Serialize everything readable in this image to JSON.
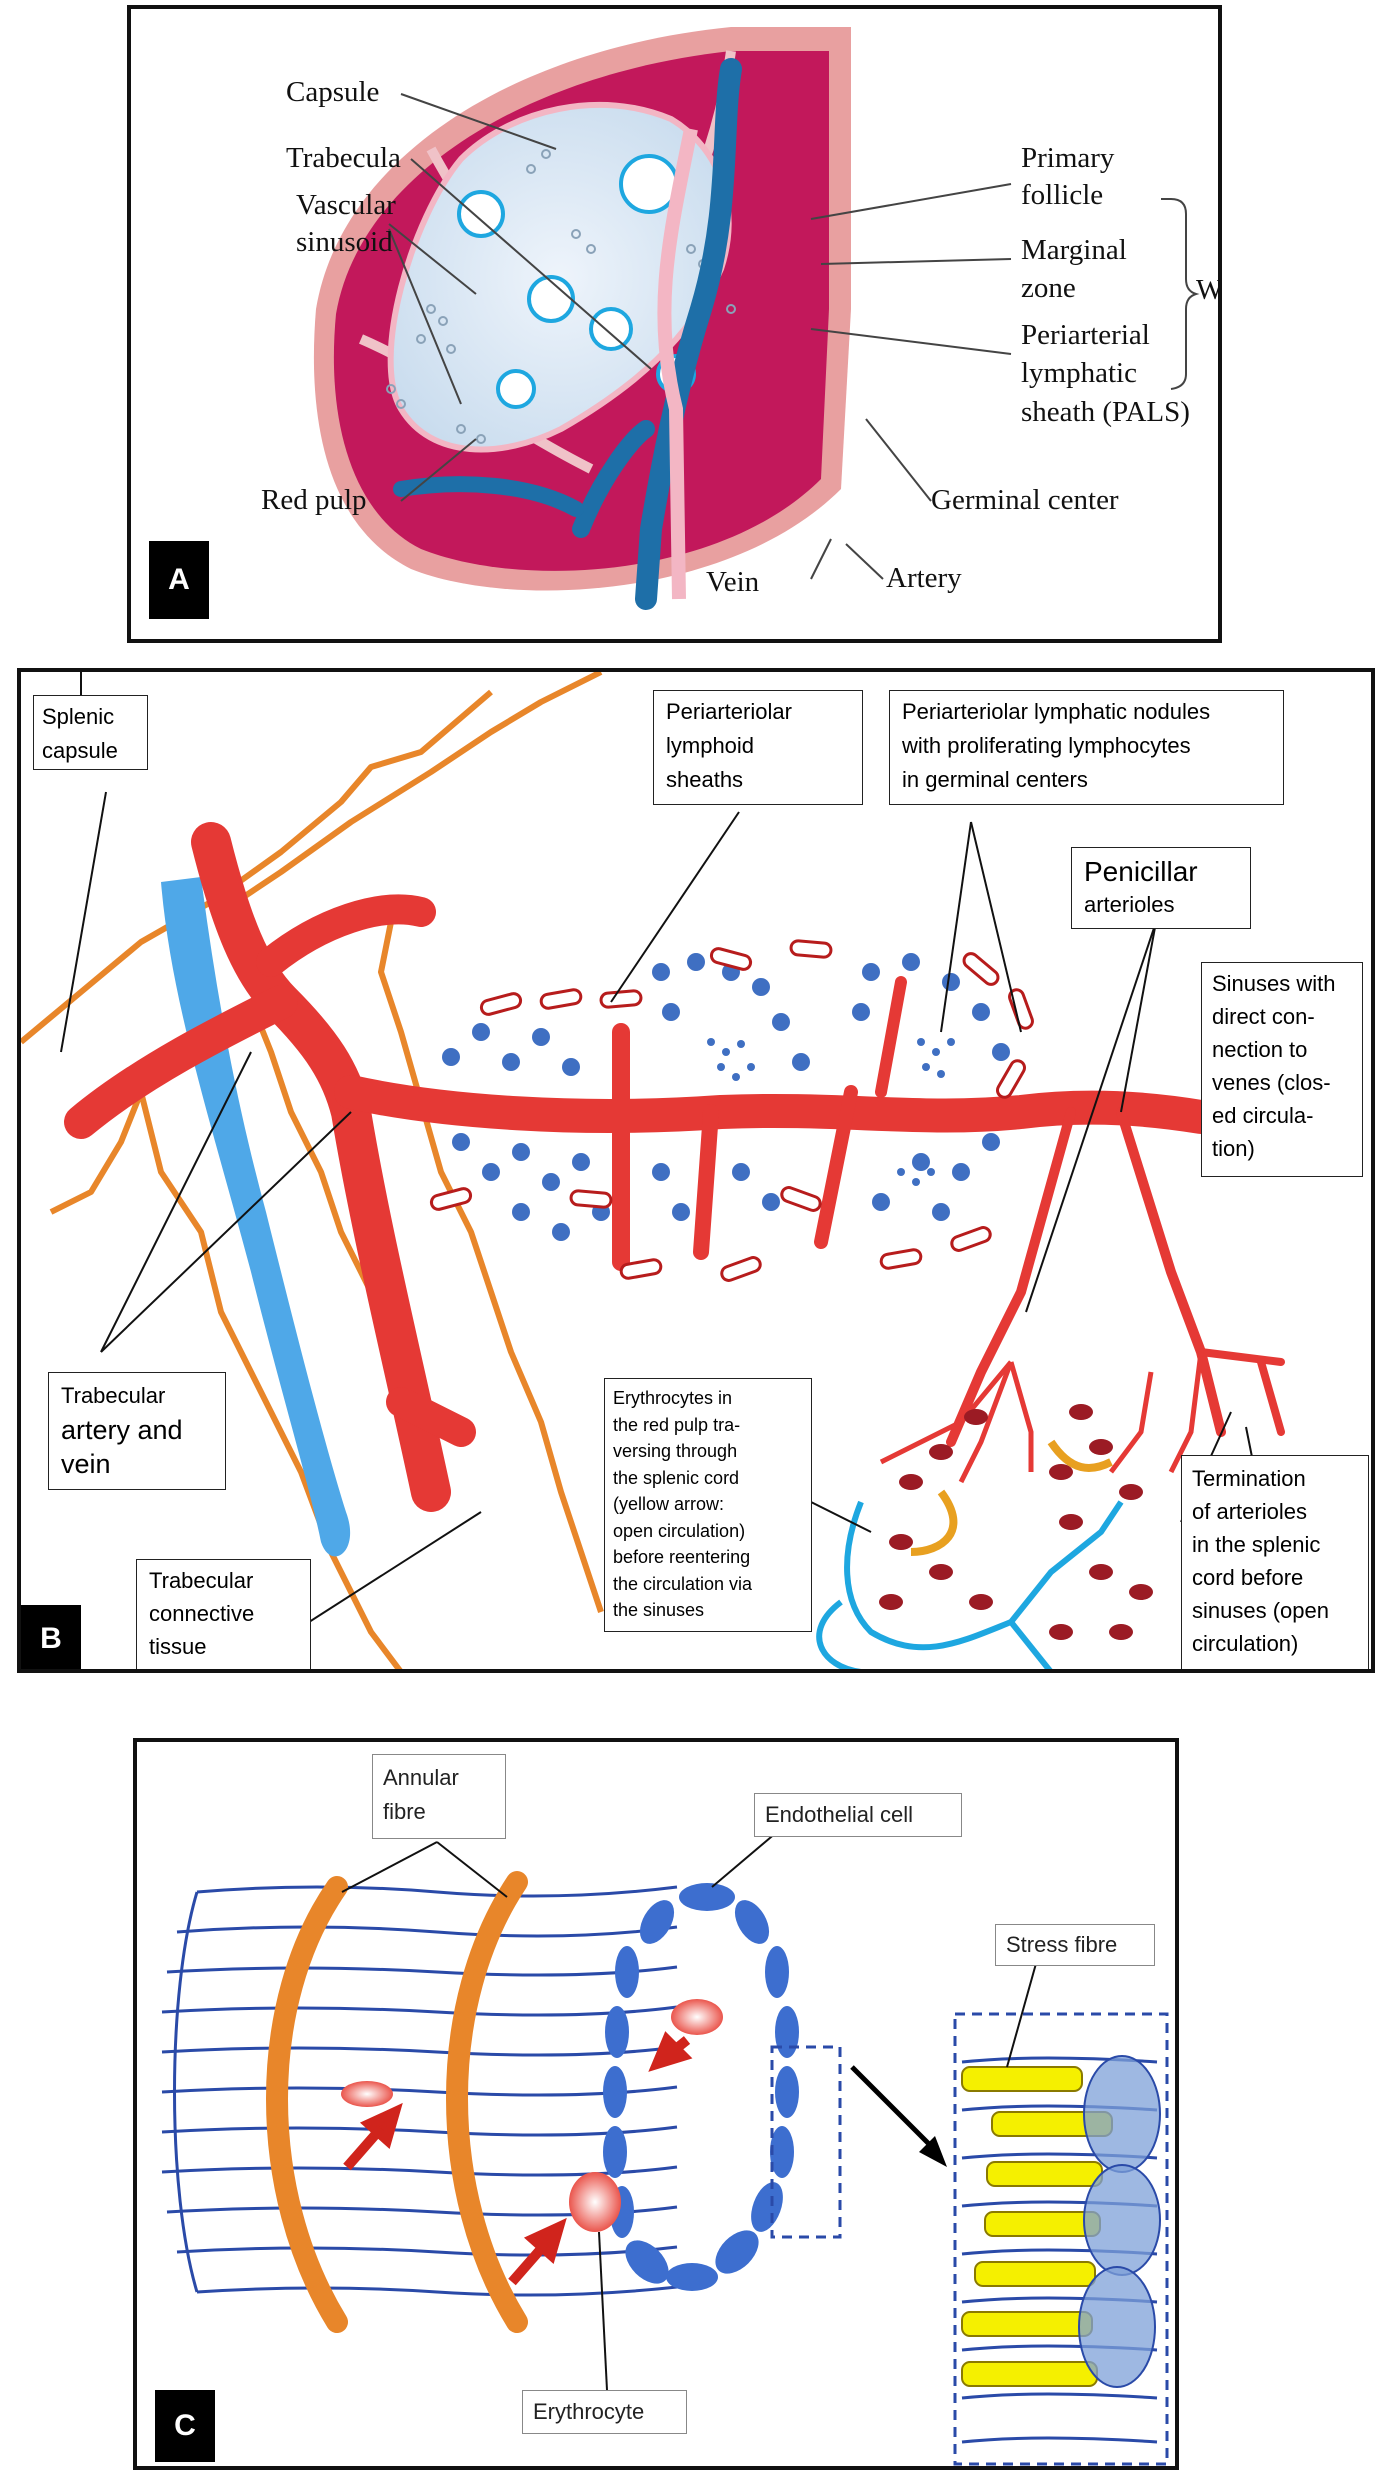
{
  "panel_a": {
    "badge": "A",
    "labels": {
      "capsule": "Capsule",
      "trabecula": "Trabecula",
      "vascular_sinusoid_1": "Vascular",
      "vascular_sinusoid_2": "sinusoid",
      "red_pulp": "Red pulp",
      "vein": "Vein",
      "artery": "Artery",
      "germinal_center": "Germinal center",
      "primary_follicle_1": "Primary",
      "primary_follicle_2": "follicle",
      "marginal_zone_1": "Marginal",
      "marginal_zone_2": "zone",
      "pals_1": "Periarterial",
      "pals_2": "lymphatic",
      "pals_3": "sheath (PALS)",
      "white_pulp": "White pulp"
    }
  },
  "panel_b": {
    "badge": "B",
    "labels": {
      "splenic_capsule": [
        "Splenic",
        "capsule"
      ],
      "periarteriolar_sheaths": [
        "Periarteriolar",
        "lymphoid",
        "sheaths"
      ],
      "nodules": [
        "Periarteriolar lymphatic nodules",
        "with proliferating lymphocytes",
        "in germinal centers"
      ],
      "penicillar_1": "Penicillar",
      "penicillar_2": "arterioles",
      "sinuses": [
        "Sinuses with",
        "direct con-",
        "nection to",
        "venes (clos-",
        "ed circula-",
        "tion)"
      ],
      "trabecular_artery": [
        "Trabecular",
        "artery and",
        "vein"
      ],
      "trabecular_tissue": [
        "Trabecular",
        "connective",
        "tissue"
      ],
      "erythrocytes": [
        "Erythrocytes in",
        "the red pulp tra-",
        "versing through",
        "the splenic cord",
        "(yellow arrow:",
        "open circulation)",
        "before reentering",
        "the circulation via",
        "the sinuses"
      ],
      "termination": [
        "Termination",
        "of arterioles",
        "in the splenic",
        "cord before",
        "sinuses (open",
        "circulation)"
      ]
    }
  },
  "panel_c": {
    "badge": "C",
    "labels": {
      "annular_fibre": [
        "Annular",
        "fibre"
      ],
      "endothelial_cell": "Endothelial cell",
      "stress_fibre": "Stress fibre",
      "erythrocyte": "Erythrocyte"
    }
  },
  "colors": {
    "red_pulp": "#c2185b",
    "capsule": "#e8a0a0",
    "vein_blue": "#1e6fa8",
    "artery_red": "#e53935",
    "lymphocyte_blue": "#3f6fc2",
    "trabecula_orange": "#e8862a",
    "sinus_cyan": "#1ea7e0",
    "fibre_navy": "#2a4aa8",
    "stress_yellow": "#f5f000"
  }
}
